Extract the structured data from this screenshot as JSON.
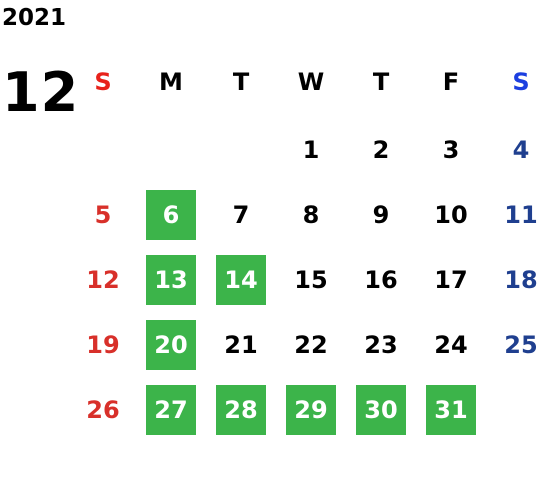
{
  "calendar": {
    "year": "2021",
    "month": "12",
    "weekdays": [
      "S",
      "M",
      "T",
      "W",
      "T",
      "F",
      "S"
    ],
    "weekday_colors": [
      "#e8221b",
      "#000000",
      "#000000",
      "#000000",
      "#000000",
      "#000000",
      "#1c3fe0"
    ],
    "day_colors": {
      "sunday": "#d8302a",
      "saturday": "#1f3f8f",
      "weekday": "#000000",
      "highlight_bg": "#3cb44a",
      "highlight_text": "#ffffff"
    },
    "weeks": [
      [
        "",
        "",
        "",
        "1",
        "2",
        "3",
        "4"
      ],
      [
        "5",
        "6",
        "7",
        "8",
        "9",
        "10",
        "11"
      ],
      [
        "12",
        "13",
        "14",
        "15",
        "16",
        "17",
        "18"
      ],
      [
        "19",
        "20",
        "21",
        "22",
        "23",
        "24",
        "25"
      ],
      [
        "26",
        "27",
        "28",
        "29",
        "30",
        "31",
        ""
      ]
    ],
    "highlighted_days": [
      "6",
      "13",
      "14",
      "20",
      "27",
      "28",
      "29",
      "30",
      "31"
    ]
  }
}
